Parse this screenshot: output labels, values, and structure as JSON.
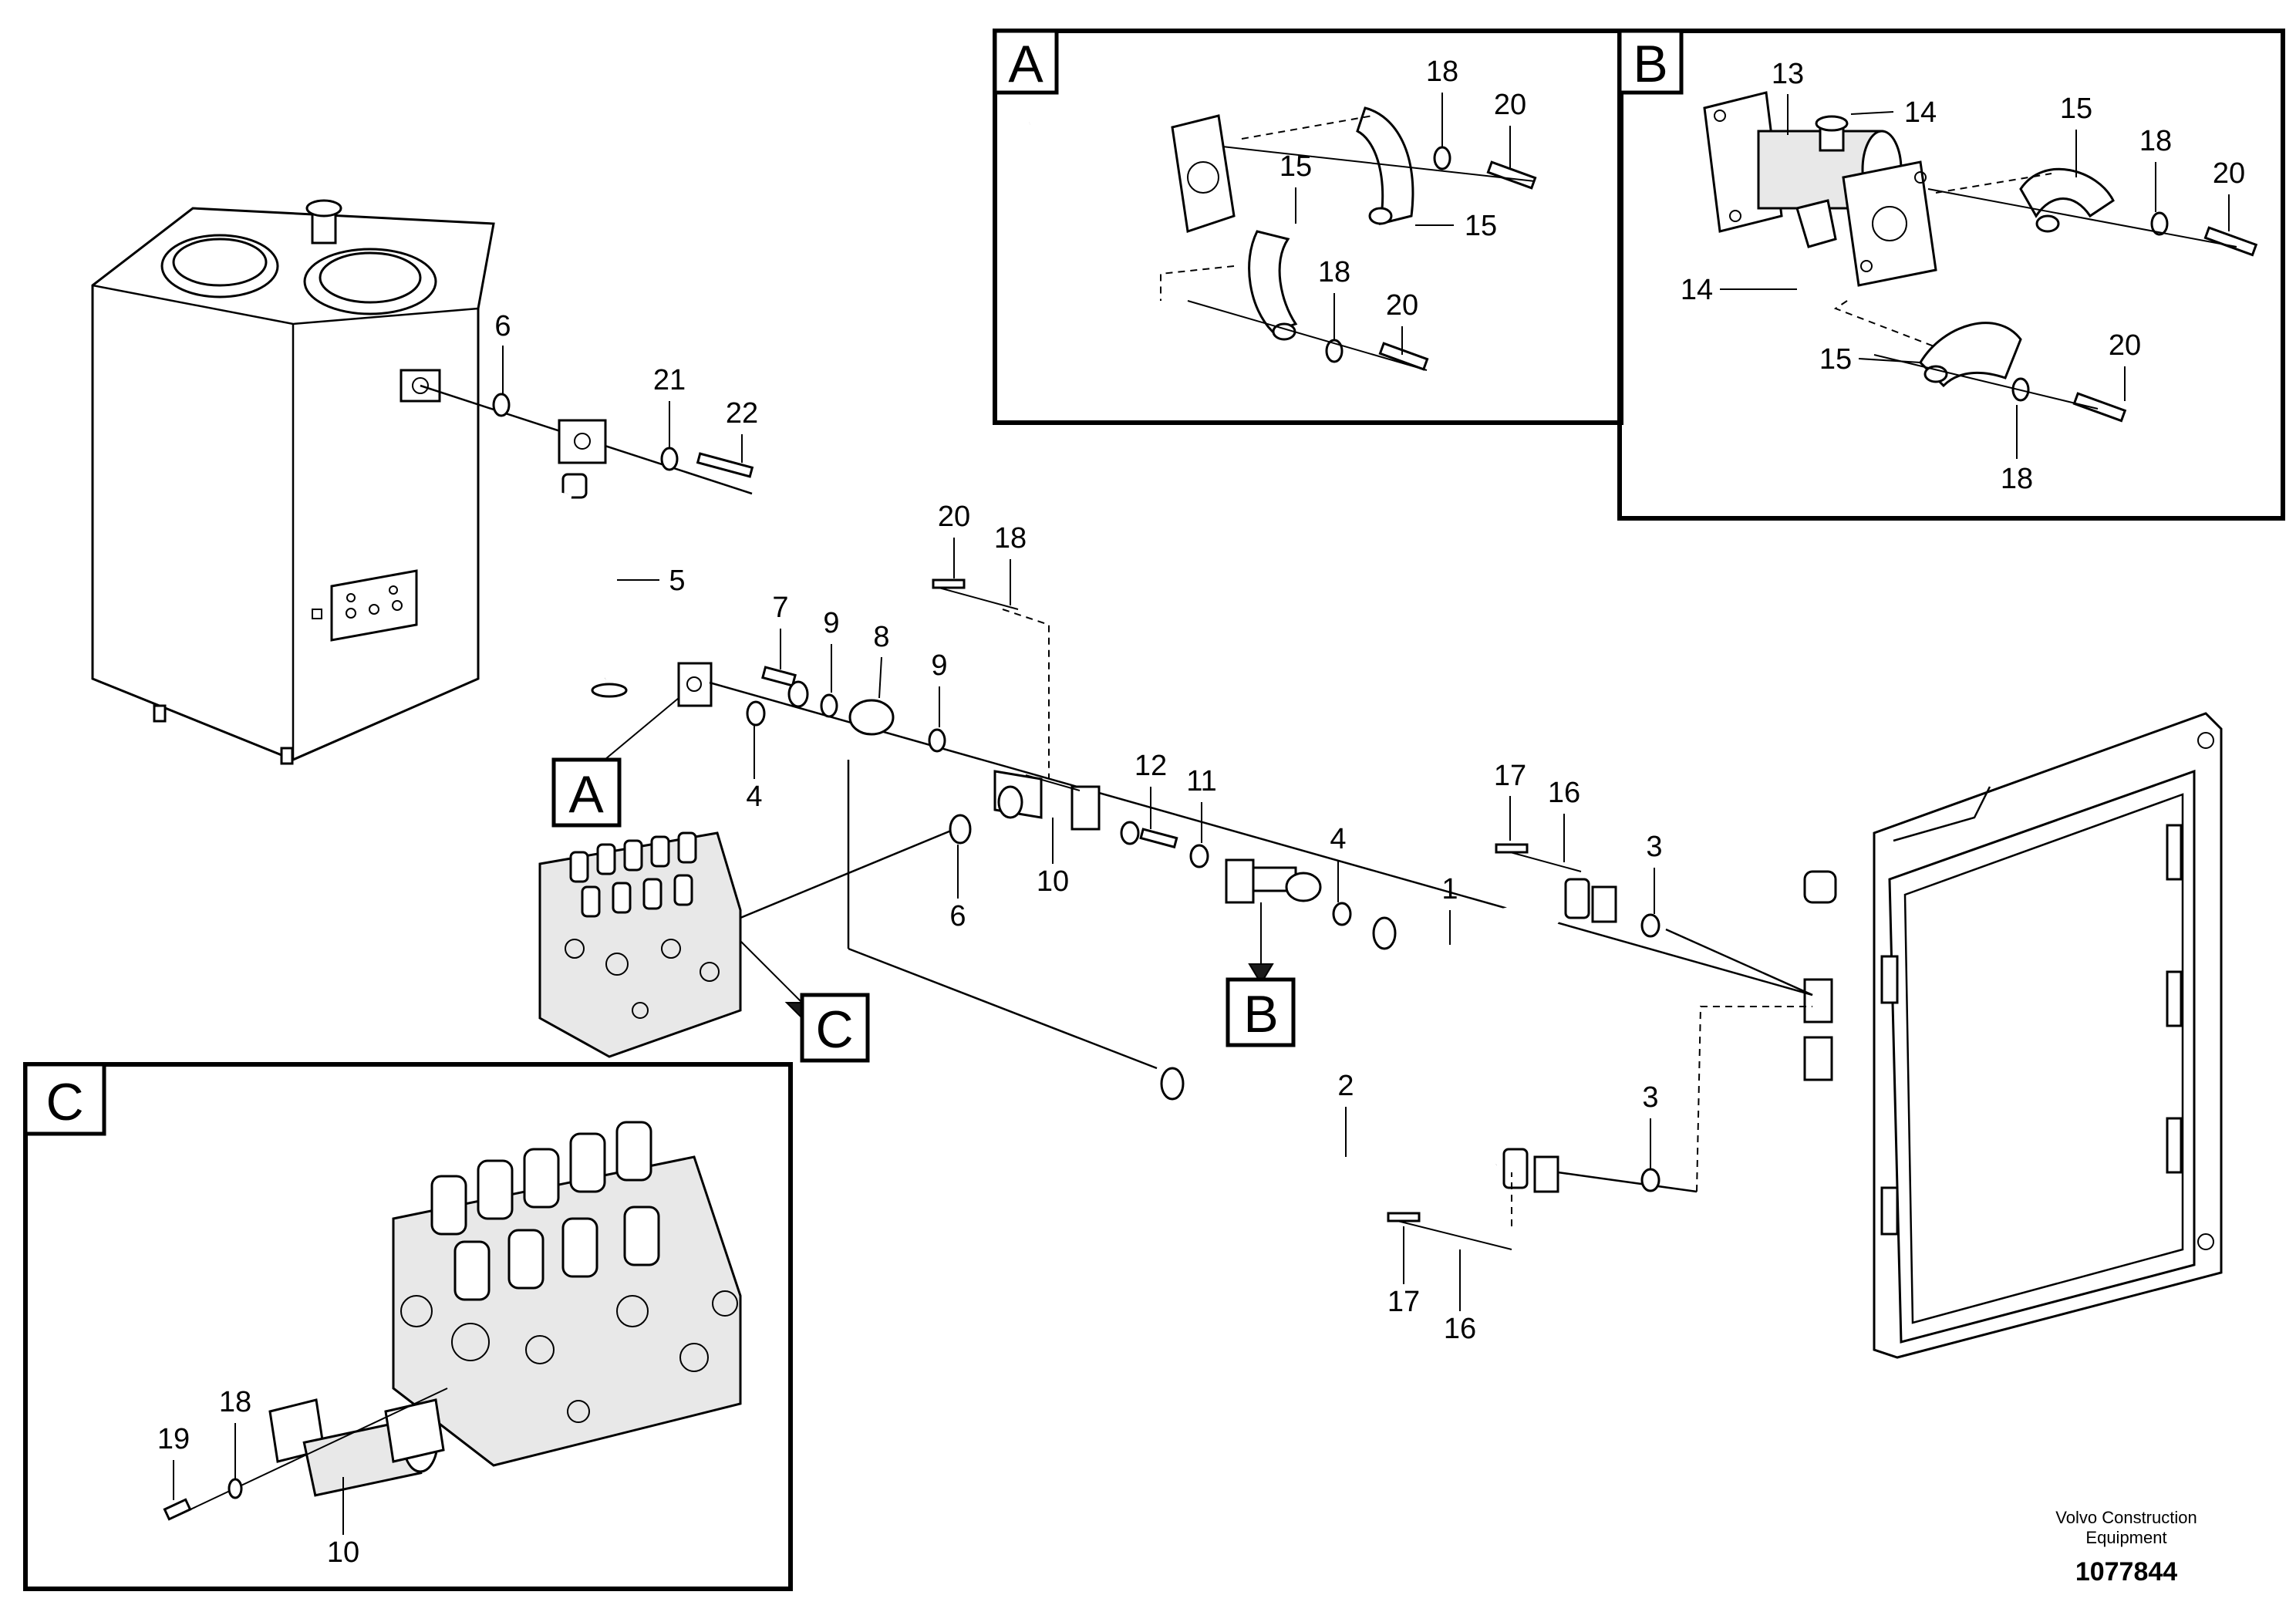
{
  "detail_tags": [
    "A",
    "B",
    "C"
  ],
  "callouts": {
    "main": [
      "1",
      "2",
      "3",
      "3",
      "4",
      "4",
      "5",
      "6",
      "6",
      "7",
      "8",
      "9",
      "9",
      "10",
      "11",
      "12",
      "16",
      "16",
      "17",
      "17",
      "18",
      "20",
      "21",
      "22"
    ],
    "detail_a": [
      "15",
      "15",
      "18",
      "18",
      "20",
      "20"
    ],
    "detail_b": [
      "13",
      "14",
      "14",
      "15",
      "15",
      "18",
      "18",
      "20",
      "20"
    ],
    "detail_c": [
      "10",
      "18",
      "19"
    ]
  },
  "footer": {
    "maker": "Volvo Construction Equipment",
    "drawing_number": "1077844"
  }
}
